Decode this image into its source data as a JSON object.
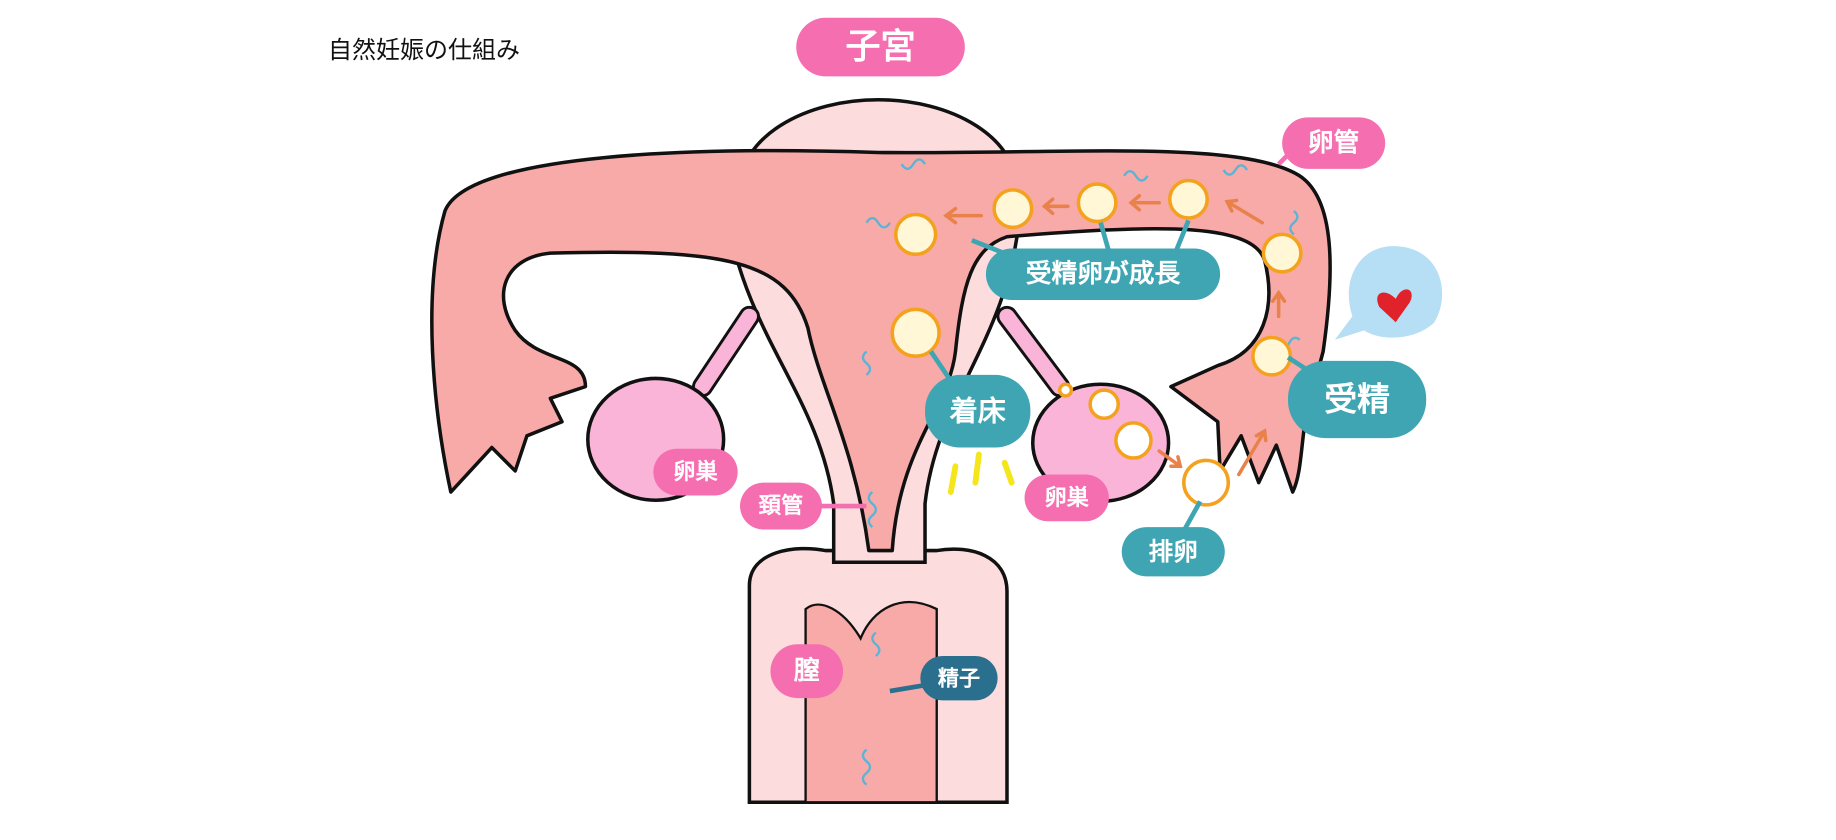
{
  "title": "自然妊娠の仕組み",
  "labels": {
    "uterus": "子宮",
    "fallopian_tube": "卵管",
    "embryo_growth": "受精卵が成長",
    "implantation": "着床",
    "fertilization": "受精",
    "ovary_left": "卵巣",
    "ovary_right": "卵巣",
    "cervix": "頚管",
    "ovulation": "排卵",
    "vagina": "膣",
    "sperm": "精子"
  },
  "colors": {
    "pink_label": "#f56fb0",
    "teal_label": "#3fa5b3",
    "dark_teal_label": "#2a6f8e",
    "uterus_fill": "#f7aaa8",
    "uterus_light": "#fcdcdc",
    "ovary": "#fab4d8",
    "egg_stroke": "#f4a21e",
    "heart": "#e0232b",
    "heart_bubble": "#b6def5"
  }
}
